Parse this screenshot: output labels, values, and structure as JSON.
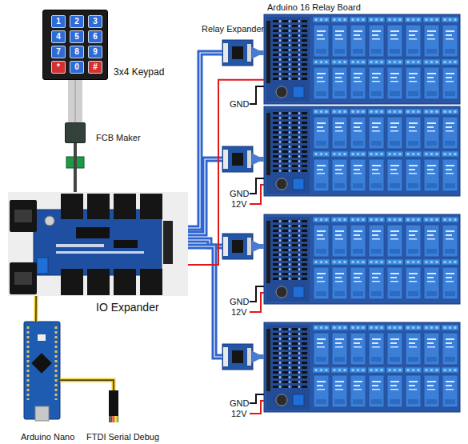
{
  "diagram": {
    "nodes": [
      {
        "text": [
          "3x4 Keypad"
        ]
      },
      {
        "text": [
          "1"
        ],
        "in": 0
      },
      {
        "text": [
          "2"
        ],
        "in": 0
      },
      {
        "text": [
          "3"
        ],
        "in": 0
      },
      {
        "text": [
          "4"
        ],
        "in": 0
      },
      {
        "text": [
          "5"
        ],
        "in": 0
      },
      {
        "text": [
          "6"
        ],
        "in": 0
      },
      {
        "text": [
          "7"
        ],
        "in": 0
      },
      {
        "text": [
          "8"
        ],
        "in": 0
      },
      {
        "text": [
          "9"
        ],
        "in": 0
      },
      {
        "text": [
          "*"
        ],
        "in": 0
      },
      {
        "text": [
          "0"
        ],
        "in": 0
      },
      {
        "text": [
          "#"
        ],
        "in": 0
      },
      {
        "text": [
          "FCB Maker"
        ]
      },
      {
        "text": [
          "IO Expander"
        ]
      },
      {
        "text": [
          "Arduino Nano"
        ]
      },
      {
        "text": [
          "FTDI Serial Debug"
        ]
      },
      {
        "text": [
          "Relay Expander"
        ]
      },
      {
        "text": [
          "Arduino 16 Relay Board"
        ]
      }
    ],
    "edges": [
      {
        "from": 0,
        "to": 13,
        "arrow": "none"
      },
      {
        "from": 13,
        "to": 14,
        "arrow": "none"
      },
      {
        "from": 14,
        "to": 17,
        "arrow": "none"
      },
      {
        "from": 17,
        "to": 18,
        "arrow": "to"
      },
      {
        "from": 14,
        "to": 18,
        "arrow": "none"
      },
      {
        "from": 14,
        "to": 15,
        "arrow": "none"
      },
      {
        "from": 15,
        "to": 16,
        "arrow": "none"
      }
    ],
    "labels": [
      "GND",
      "GND",
      "12V",
      "GND",
      "12V",
      "GND",
      "12V"
    ]
  }
}
